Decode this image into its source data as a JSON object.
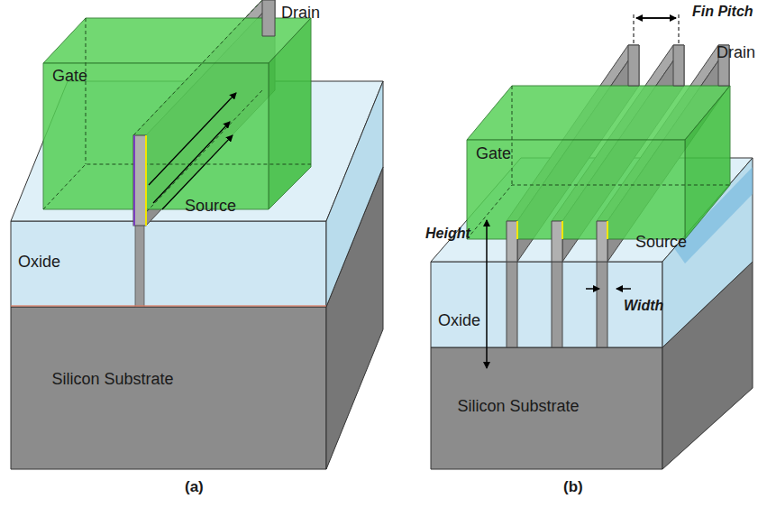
{
  "diagram": {
    "labels": [
      "Gate",
      "Drain",
      "Source",
      "Oxide",
      "Silicon Substrate",
      "(a)",
      "Fin Pitch",
      "Drain",
      "Gate",
      "Height",
      "Source",
      "Width",
      "Oxide",
      "Silicon Substrate",
      "(b)"
    ]
  }
}
